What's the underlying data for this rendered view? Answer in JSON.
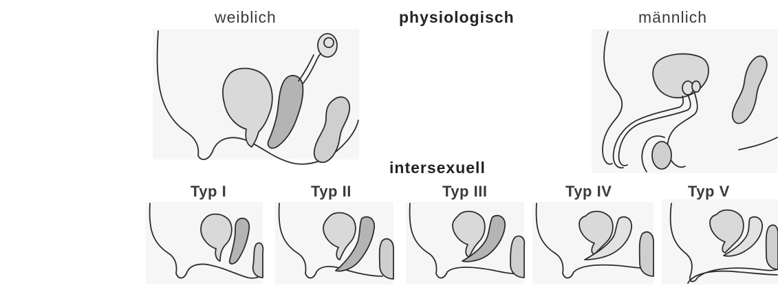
{
  "labels": {
    "female": "weiblich",
    "physiological": "physiologisch",
    "male": "männlich",
    "intersex": "intersexuell",
    "types": [
      "Typ I",
      "Typ II",
      "Typ III",
      "Typ IV",
      "Typ V"
    ]
  },
  "colors": {
    "outline": "#2c2c2c",
    "organ_light": "#d9d9d9",
    "organ_dark": "#b4b4b4",
    "background_tint": "#f6f6f6"
  }
}
